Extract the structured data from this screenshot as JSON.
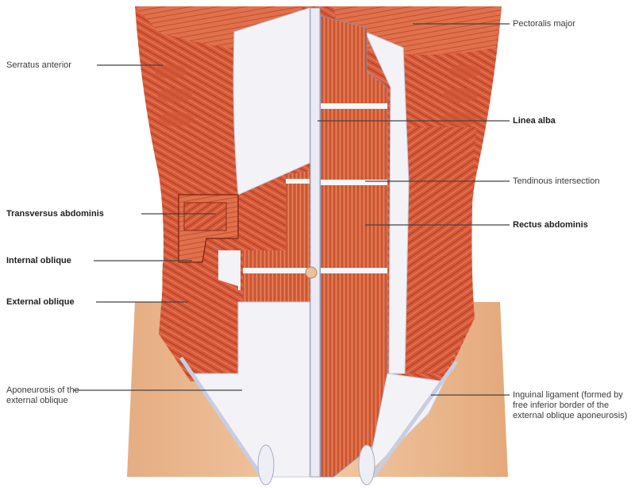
{
  "diagram": {
    "subject": "Anterior abdominal wall muscles",
    "colors": {
      "muscle": "#d9603f",
      "muscle_dark": "#b83a22",
      "aponeurosis": "#f4f4f8",
      "skin": "#e8b48a",
      "leader_line": "#444444"
    },
    "labels_left": [
      {
        "text": "Serratus anterior",
        "bold": false
      },
      {
        "text": "Transversus abdominis",
        "bold": true
      },
      {
        "text": "Internal oblique",
        "bold": true
      },
      {
        "text": "External oblique",
        "bold": true
      },
      {
        "text": "Aponeurosis of the external oblique",
        "bold": false
      }
    ],
    "labels_right": [
      {
        "text": "Pectoralis major",
        "bold": false
      },
      {
        "text": "Linea alba",
        "bold": true
      },
      {
        "text": "Tendinous intersection",
        "bold": false
      },
      {
        "text": "Rectus abdominis",
        "bold": true
      },
      {
        "text": "Inguinal ligament (formed by free inferior border of the external oblique aponeurosis)",
        "bold": false
      }
    ]
  }
}
